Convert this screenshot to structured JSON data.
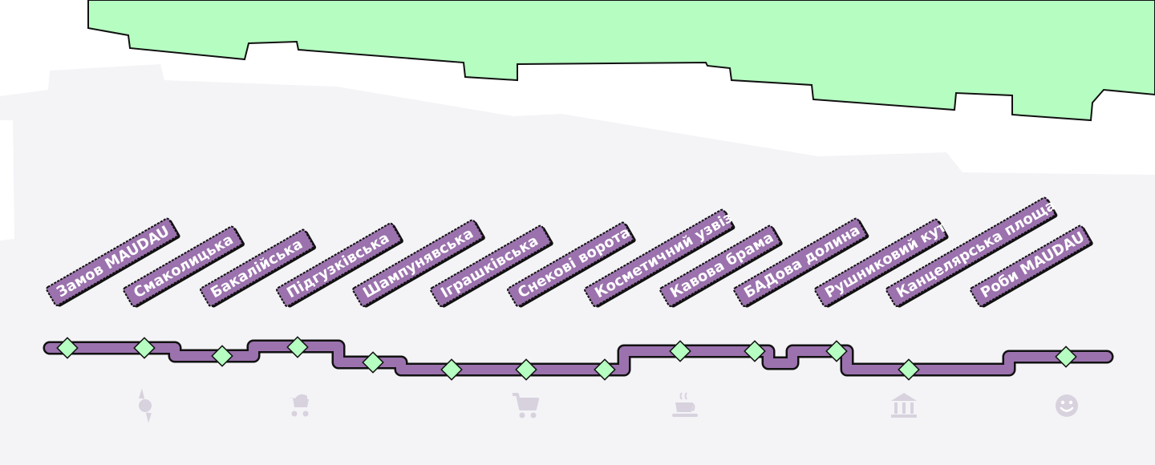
{
  "map": {
    "colors": {
      "background": "#ffffff",
      "ground": "#f4f4f7",
      "park": "#b6fdc2",
      "outline": "#111111",
      "line": "#9b72ad",
      "label_fill": "#9b72ad",
      "label_text": "#ffffff",
      "station_marker": "#b6fdc2",
      "category_icon": "#d8d2de"
    },
    "stations": [
      {
        "name": "Замов MAUDAU"
      },
      {
        "name": "Смаколицька"
      },
      {
        "name": "Бакалійська"
      },
      {
        "name": "Підгузківська"
      },
      {
        "name": "Шампунявська"
      },
      {
        "name": "Іграшківська"
      },
      {
        "name": "Снекові ворота"
      },
      {
        "name": "Косметичний узвіз"
      },
      {
        "name": "Кавова брама"
      },
      {
        "name": "БАДова долина"
      },
      {
        "name": "Рушниковий кут"
      },
      {
        "name": "Канцелярська площа"
      },
      {
        "name": "Роби MAUDAU"
      }
    ],
    "category_icons": [
      {
        "icon": "candy-icon"
      },
      {
        "icon": "stroller-icon"
      },
      {
        "icon": "shopping-cart-icon"
      },
      {
        "icon": "coffee-cup-icon"
      },
      {
        "icon": "bank-icon"
      },
      {
        "icon": "smiley-icon"
      }
    ]
  }
}
